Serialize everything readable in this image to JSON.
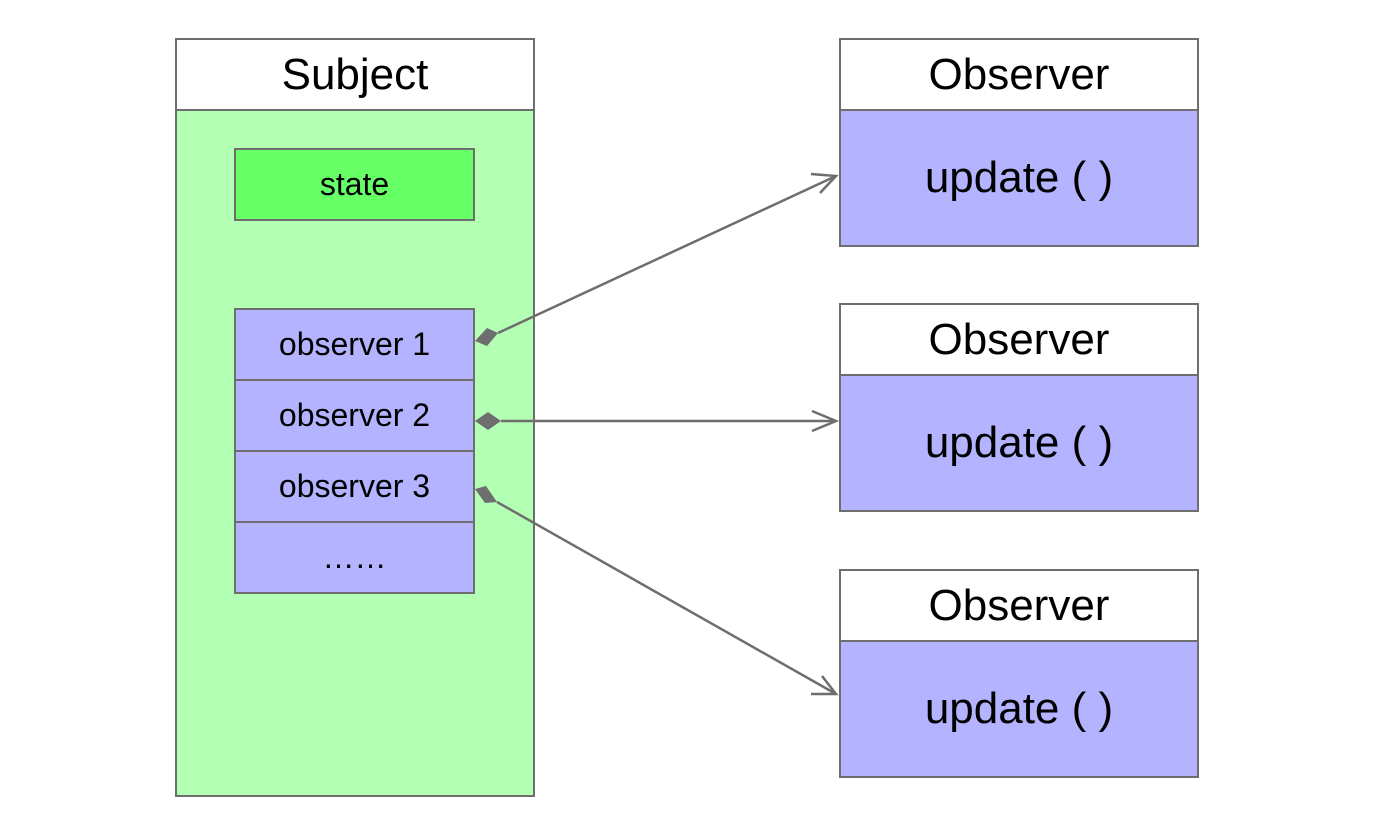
{
  "subject": {
    "title": "Subject",
    "state_label": "state",
    "observer_list": [
      "observer 1",
      "observer 2",
      "observer 3",
      "……"
    ]
  },
  "observers": [
    {
      "title": "Observer",
      "method": "update ( )"
    },
    {
      "title": "Observer",
      "method": "update ( )"
    },
    {
      "title": "Observer",
      "method": "update ( )"
    }
  ],
  "colors": {
    "subject_body": "#b3ffb3",
    "state_fill": "#66ff66",
    "observer_fill": "#b3b3ff",
    "border": "#6e6e6e"
  }
}
